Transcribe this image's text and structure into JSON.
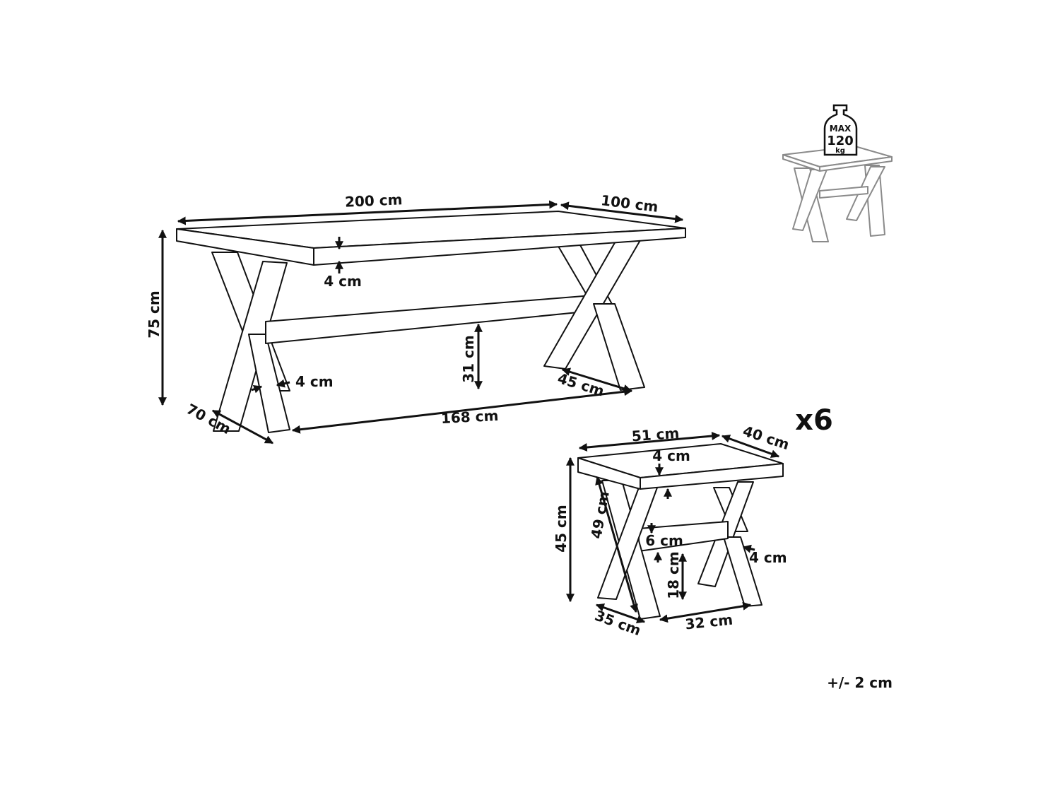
{
  "table": {
    "length": "200 cm",
    "width": "100 cm",
    "height": "75 cm",
    "top_thickness": "4 cm",
    "shelf_height": "31 cm",
    "leg_thickness": "4 cm",
    "foot_length": "45 cm",
    "leg_depth": "70 cm",
    "leg_span": "168 cm"
  },
  "stool": {
    "quantity": "x6",
    "length": "51 cm",
    "width": "40 cm",
    "top_thickness": "4 cm",
    "height": "45 cm",
    "leg_length": "49 cm",
    "shelf_thickness": "6 cm",
    "leg_thickness": "4 cm",
    "shelf_height": "18 cm",
    "foot_depth": "35 cm",
    "leg_span": "32 cm"
  },
  "max_load": {
    "max_label": "MAX",
    "value": "120",
    "unit": "kg"
  },
  "tolerance": "+/- 2 cm"
}
